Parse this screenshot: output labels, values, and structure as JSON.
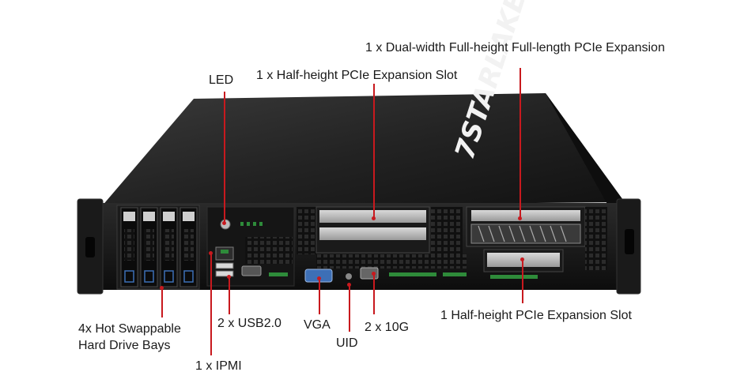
{
  "brand": {
    "logo_text": "7STARLAKE"
  },
  "callouts": {
    "led": "LED",
    "half_height_slot": "1 x Half-height PCIe Expansion Slot",
    "dual_width_slot": "1 x Dual-width Full-height Full-length PCIe Expansion",
    "drive_bays_line1": "4x Hot Swappable",
    "drive_bays_line2": "Hard Drive Bays",
    "usb": "2 x USB2.0",
    "ipmi": "1 x IPMI",
    "vga": "VGA",
    "uid": "UID",
    "ten_g": "2 x 10G",
    "lower_half_height_slot": "1 Half-height PCIe Expansion Slot"
  },
  "colors": {
    "leader": "#c8191e",
    "chassis_top": "#1e1e1e",
    "chassis_front": "#141414",
    "vga_port": "#3d6fb6"
  }
}
